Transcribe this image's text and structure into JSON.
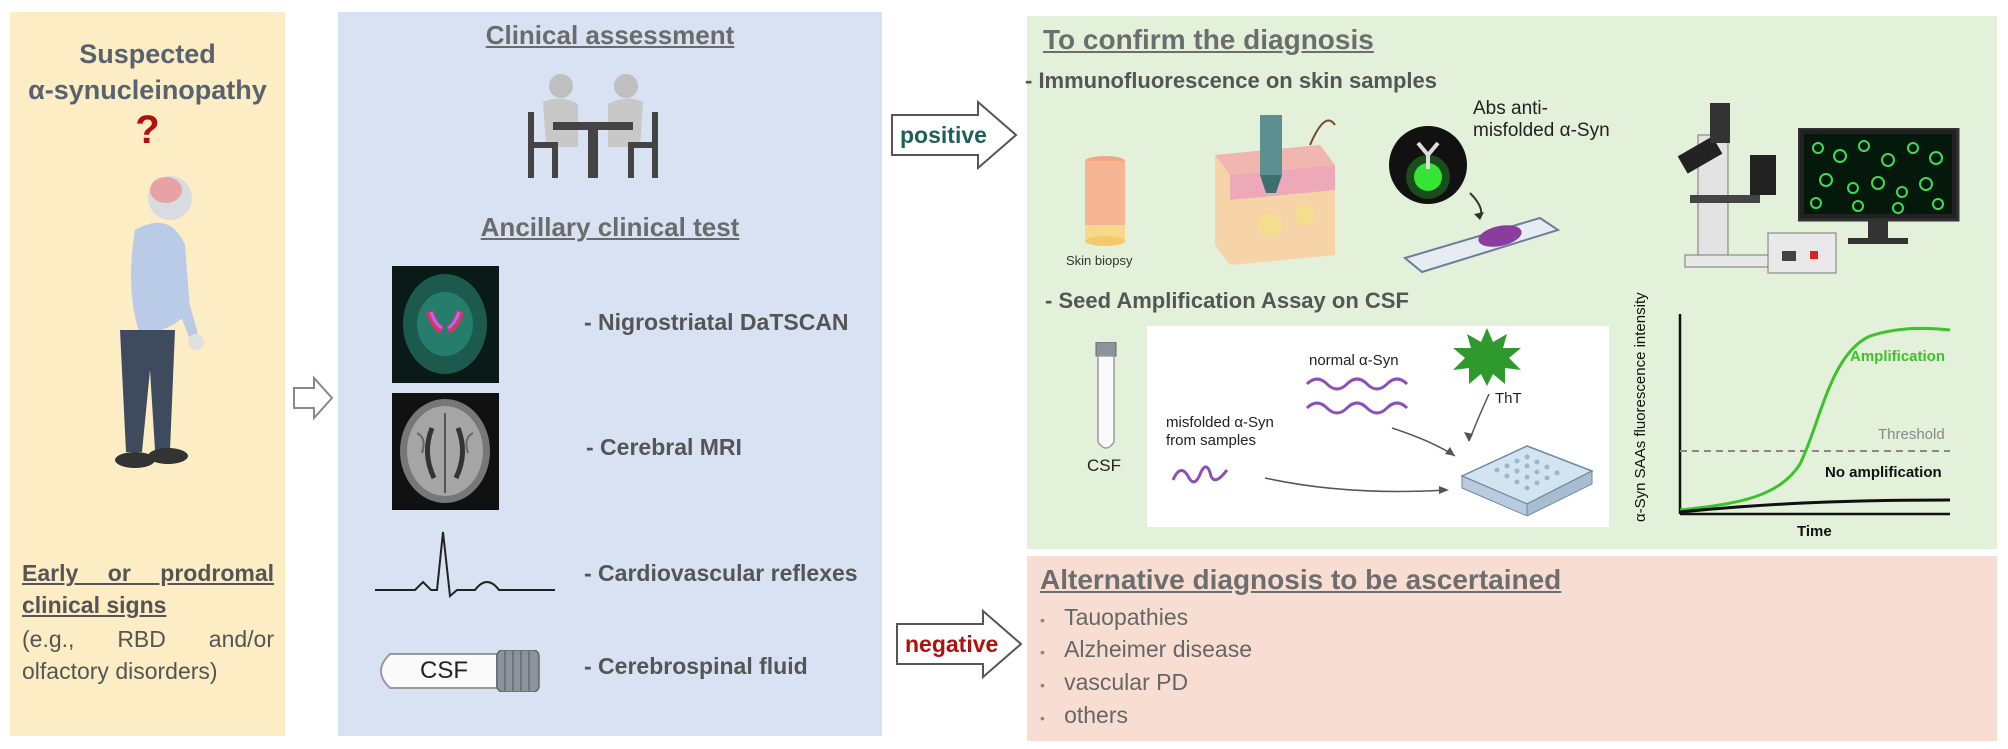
{
  "left": {
    "title_line1": "Suspected",
    "title_line2": "α-synucleinopathy",
    "question_mark": "?",
    "signs_line1": "Early or prodromal",
    "signs_line2": "clinical signs",
    "signs_line3": "(e.g., RBD and/or",
    "signs_line4": "olfactory disorders)"
  },
  "middle": {
    "clinical_assessment": "Clinical assessment",
    "ancillary_test": "Ancillary clinical test",
    "tests": [
      {
        "label": "- Nigrostriatal DaTSCAN",
        "icon": "datscan-image"
      },
      {
        "label": "- Cerebral MRI",
        "icon": "mri-image"
      },
      {
        "label": "- Cardiovascular reflexes",
        "icon": "ecg-trace"
      },
      {
        "label": "- Cerebrospinal fluid",
        "icon": "csf-tube"
      }
    ],
    "csf_tube_label": "CSF"
  },
  "arrows": {
    "positive": "positive",
    "negative": "negative"
  },
  "confirm": {
    "heading": "To confirm the diagnosis",
    "immuno": "- Immunofluorescence on skin samples",
    "skin_biopsy": "Skin biopsy",
    "abs_line1": "Abs anti-",
    "abs_line2": "misfolded α-Syn",
    "seed": "- Seed Amplification Assay on CSF",
    "csf": "CSF",
    "normal_syn": "normal α-Syn",
    "tht": "ThT",
    "misfolded_line1": "misfolded α-Syn",
    "misfolded_line2": "from samples"
  },
  "chart_data": {
    "type": "line",
    "title": "",
    "xlabel": "Time",
    "ylabel": "α-Syn SAAs fluorescence intensity",
    "series": [
      {
        "name": "Amplification",
        "color": "#3cc22a"
      },
      {
        "name": "No amplification",
        "color": "#111111"
      }
    ],
    "threshold_label": "Threshold",
    "threshold_color": "#888888"
  },
  "alternative": {
    "heading": "Alternative diagnosis to be ascertained",
    "items": [
      "Tauopathies",
      "Alzheimer disease",
      "vascular PD",
      "others"
    ]
  },
  "colors": {
    "left_panel": "#fdedc4",
    "middle_panel": "#d8e2f2",
    "confirm_panel": "#e3f0da",
    "alternative_panel": "#f8ded2",
    "positive": "#1f5f5a",
    "negative": "#b01010"
  }
}
